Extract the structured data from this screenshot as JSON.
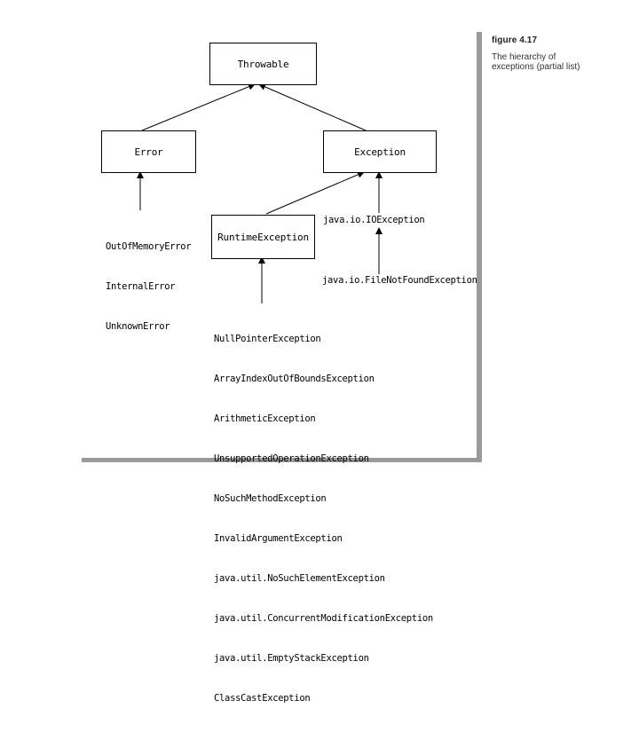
{
  "nodes": {
    "throwable": "Throwable",
    "error": "Error",
    "exception": "Exception",
    "runtime": "RuntimeException",
    "ioexception": "java.io.IOException",
    "filenotfound": "java.io.FileNotFoundException"
  },
  "error_subclasses": [
    "OutOfMemoryError",
    "InternalError",
    "UnknownError"
  ],
  "runtime_subclasses": [
    "NullPointerException",
    "ArrayIndexOutOfBoundsException",
    "ArithmeticException",
    "UnsupportedOperationException",
    "NoSuchMethodException",
    "InvalidArgumentException",
    "java.util.NoSuchElementException",
    "java.util.ConcurrentModificationException",
    "java.util.EmptyStackException",
    "ClassCastException"
  ],
  "caption": {
    "figure": "figure 4.17",
    "description": "The hierarchy of exceptions (partial list)"
  }
}
